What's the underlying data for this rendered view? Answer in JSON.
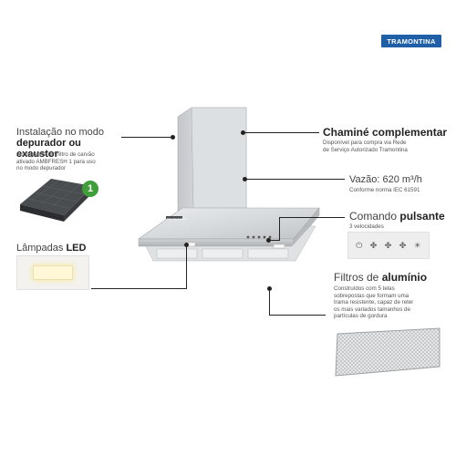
{
  "brand": {
    "name": "TRAMONTINA",
    "color": "#1f5fa8"
  },
  "features": {
    "recirculation": {
      "title_line1": "Instalação no modo",
      "title_line2": "depurador ou exaustor",
      "desc_line1": "Acompanha um filtro de carvão",
      "desc_line2": "ativado AMBFRESH 1 para uso",
      "desc_line3": "no modo depurador",
      "badge": "1"
    },
    "chimney": {
      "title": "Chaminé complementar",
      "desc_line1": "Disponível para compra via Rede",
      "desc_line2": "de Serviço Autorizado Tramontina"
    },
    "airflow": {
      "title": "Vazão: 620 m³/h",
      "desc": "Conforme norma IEC 61591"
    },
    "control": {
      "title_regular": "Comando ",
      "title_bold": "pulsante",
      "desc": "3 velocidades"
    },
    "led": {
      "title_regular": "Lâmpadas ",
      "title_bold": "LED"
    },
    "filters": {
      "title_regular": "Filtros de ",
      "title_bold": "alumínio",
      "desc_line1": "Construídos       com       5       telas",
      "desc_line2": "sobrepostas  que  formam  uma",
      "desc_line3": "trama resistente, capaz de reter",
      "desc_line4": "os  mais  variados  tamanhos  de",
      "desc_line5": "partículas de gordura"
    }
  },
  "hood_label": "TRAMONTINA",
  "icons": {
    "control_buttons": [
      "power-icon",
      "fan-speed-1-icon",
      "fan-speed-2-icon",
      "fan-speed-3-icon",
      "light-icon"
    ]
  },
  "colors": {
    "accent_green": "#3f9e3a",
    "steel": "#d7d9db",
    "line": "#222222"
  }
}
